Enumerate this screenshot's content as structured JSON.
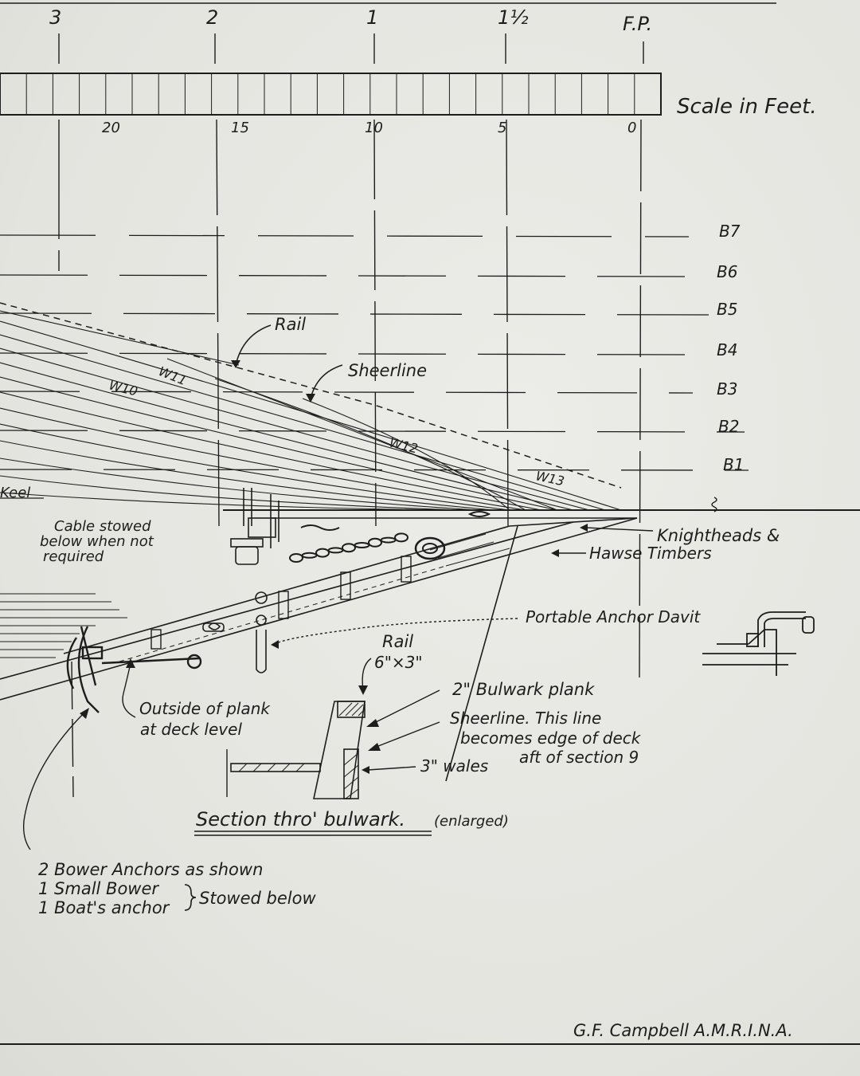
{
  "stations": {
    "s3": "3",
    "s2": "2",
    "s1": "1",
    "s1half": "1½",
    "fp": "F.P."
  },
  "scale": {
    "title": "Scale in Feet.",
    "ticks": [
      "20",
      "15",
      "10",
      "5",
      "0"
    ]
  },
  "buttocks": [
    "B7",
    "B6",
    "B5",
    "B4",
    "B3",
    "B2",
    "B1"
  ],
  "waterlines": {
    "w10": "W10",
    "w11": "W11",
    "w12": "W12",
    "w13": "W13"
  },
  "labels": {
    "rail": "Rail",
    "sheerline": "Sheerline",
    "keel": "Keel",
    "cable": [
      "Cable stowed",
      "below when not",
      "required"
    ],
    "knightheads": "Knightheads &",
    "hawse": "Hawse Timbers",
    "davit": "Portable Anchor Davit",
    "outside_plank": [
      "Outside of plank",
      "at deck level"
    ]
  },
  "section": {
    "rail_label": "Rail",
    "rail_size": "6\"×3\"",
    "bulwark_plank": "2\" Bulwark plank",
    "sheer_note": [
      "Sheerline. This line",
      "becomes edge of deck",
      "aft of section 9"
    ],
    "wales": "3\" wales",
    "title": "Section thro' bulwark.",
    "title_suffix": "(enlarged)"
  },
  "anchors_note": {
    "line1": "2 Bower Anchors as shown",
    "line2": "1 Small Bower",
    "line3": "1 Boat's anchor",
    "stowed": "Stowed below"
  },
  "signature": "G.F. Campbell   A.M.R.I.N.A."
}
